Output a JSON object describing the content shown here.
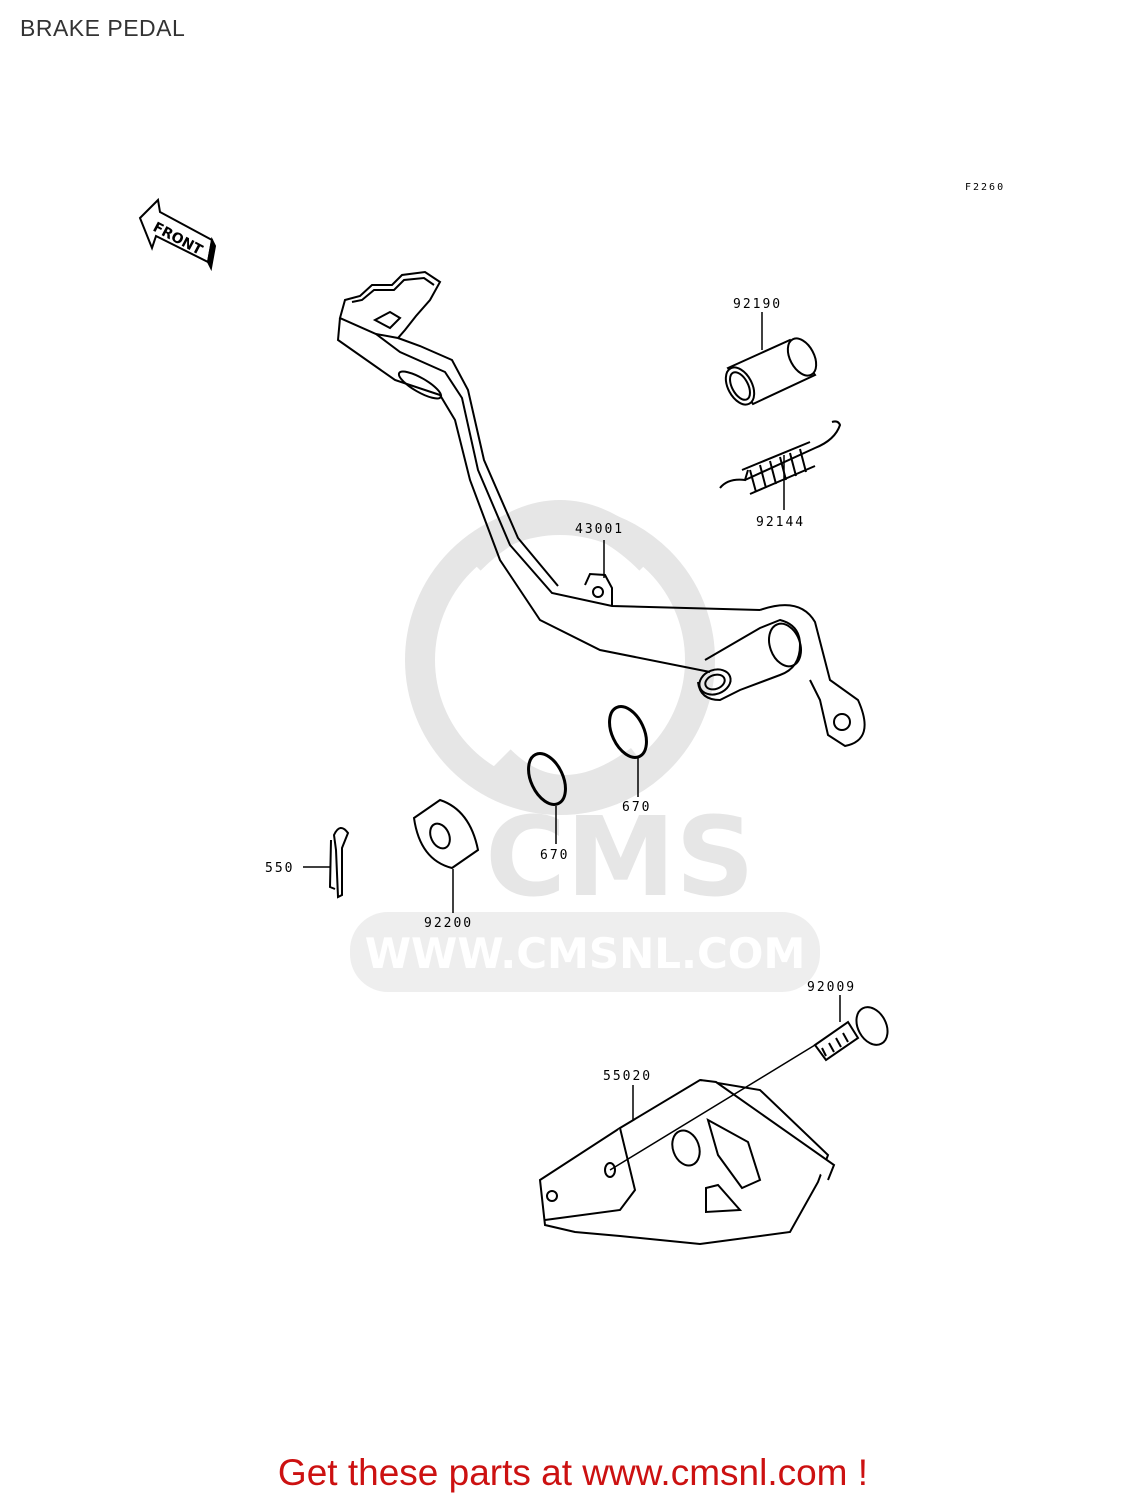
{
  "page": {
    "title": "BRAKE PEDAL"
  },
  "figure": {
    "code": "F2260",
    "front_arrow": "FRONT"
  },
  "parts": [
    {
      "id": "p92190",
      "number": "92190",
      "name": "collar"
    },
    {
      "id": "p92144",
      "number": "92144",
      "name": "spring"
    },
    {
      "id": "p43001",
      "number": "43001",
      "name": "brake pedal"
    },
    {
      "id": "p670a",
      "number": "670",
      "name": "o-ring"
    },
    {
      "id": "p670b",
      "number": "670",
      "name": "o-ring"
    },
    {
      "id": "p550",
      "number": "550",
      "name": "cotter pin"
    },
    {
      "id": "p92200",
      "number": "92200",
      "name": "washer"
    },
    {
      "id": "p92009",
      "number": "92009",
      "name": "screw"
    },
    {
      "id": "p55020",
      "number": "55020",
      "name": "guard"
    }
  ],
  "watermark": {
    "brand": "CMS",
    "url": "WWW.CMSNL.COM"
  },
  "footer": {
    "text": "Get these parts at www.cmsnl.com !"
  },
  "colors": {
    "line": "#000000",
    "footer": "#cc1111",
    "watermark": "#e6e6e6",
    "title": "#333333"
  }
}
